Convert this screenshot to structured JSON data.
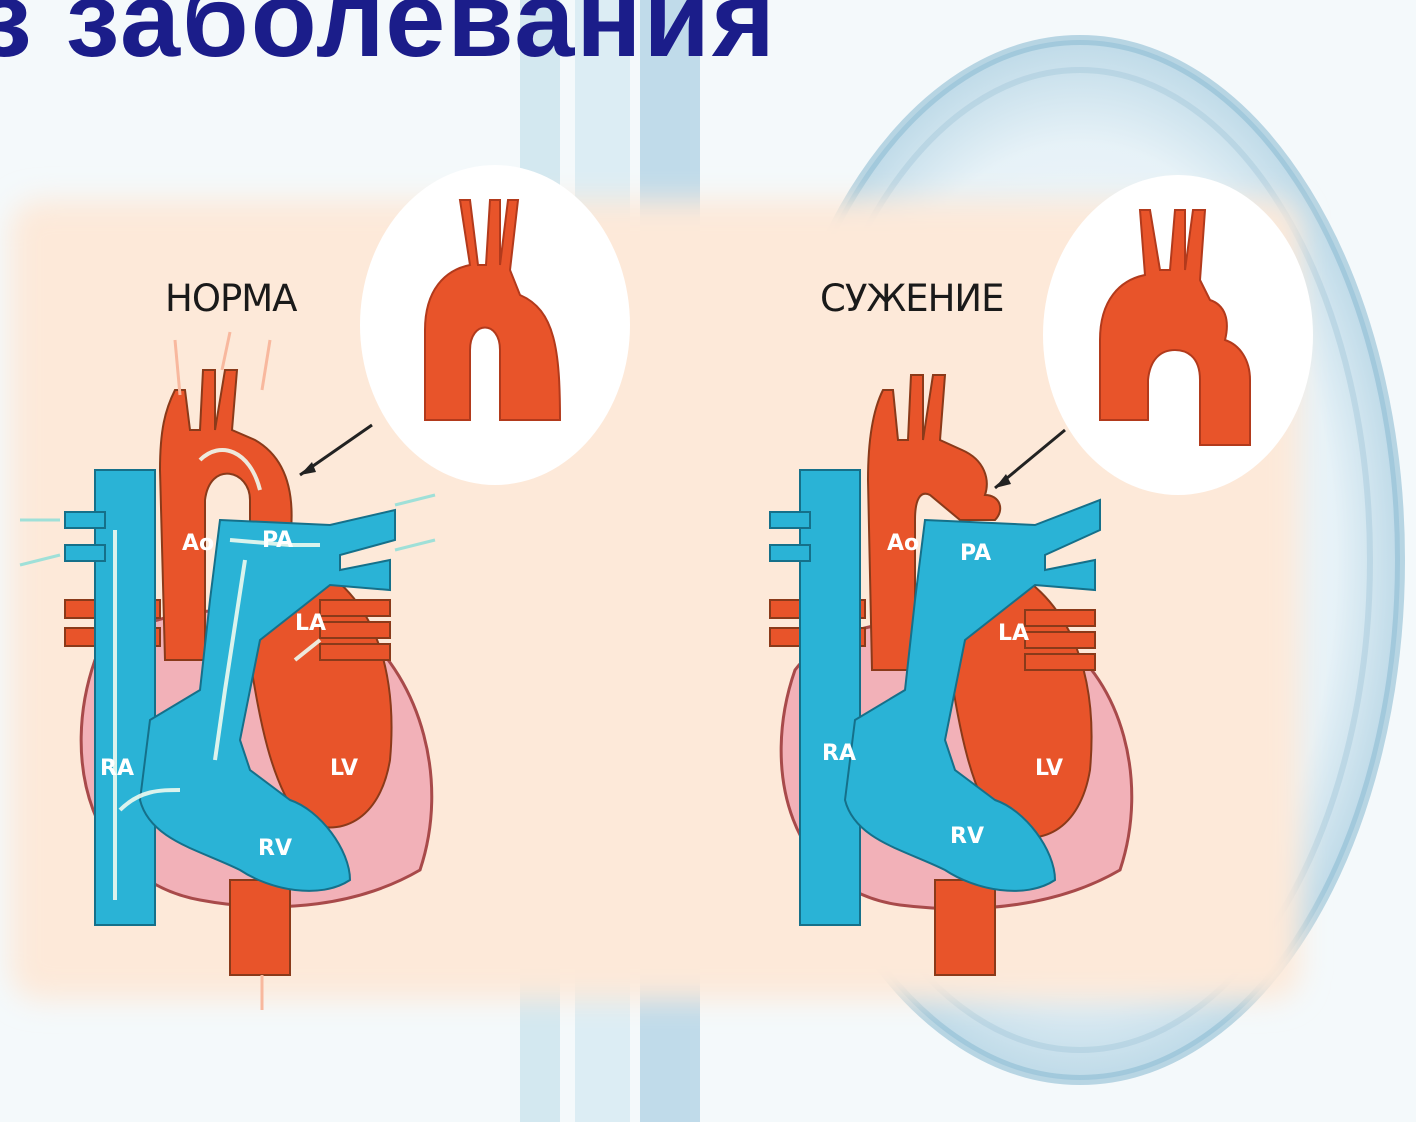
{
  "slide": {
    "heading": "з заболевания"
  },
  "panels": [
    {
      "label": "НОРМА",
      "chambers": {
        "ao": "Ao",
        "pa": "PA",
        "la": "LA",
        "lv": "LV",
        "ra": "RA",
        "rv": "RV"
      }
    },
    {
      "label": "СУЖЕНИЕ",
      "chambers": {
        "ao": "Ao",
        "pa": "PA",
        "la": "LA",
        "lv": "LV",
        "ra": "RA",
        "rv": "RV"
      }
    }
  ],
  "colors": {
    "arterial": "#e8542a",
    "venous": "#2ab3d6",
    "myocardium": "#f2b1b8",
    "panel_bg": "#fde9d9",
    "heading": "#1b1d8a"
  },
  "icons": [
    "flow-arrow-icon",
    "pointer-arrow-icon"
  ]
}
